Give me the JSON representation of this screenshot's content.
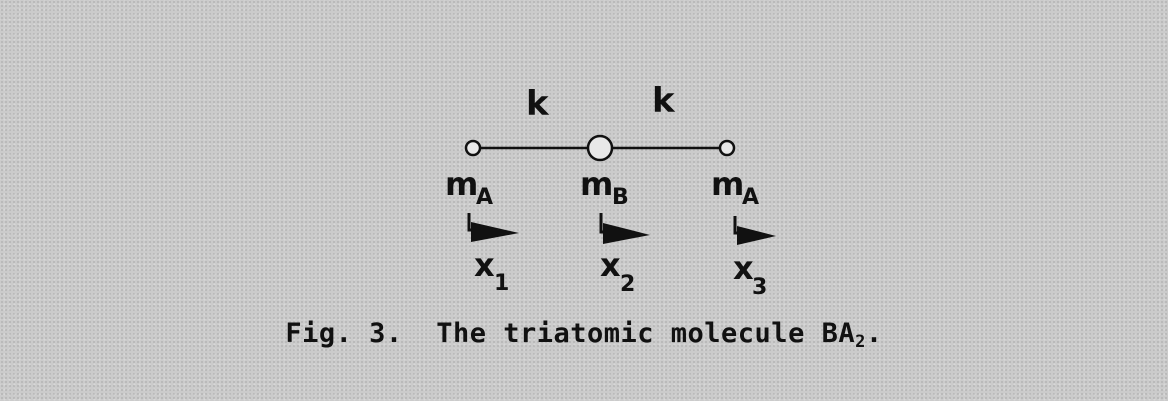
{
  "diagram": {
    "spring_labels": [
      "k",
      "k"
    ],
    "masses": [
      {
        "symbol": "m",
        "subscript": "A"
      },
      {
        "symbol": "m",
        "subscript": "B"
      },
      {
        "symbol": "m",
        "subscript": "A"
      }
    ],
    "displacements": [
      {
        "symbol": "x",
        "subscript": "1"
      },
      {
        "symbol": "x",
        "subscript": "2"
      },
      {
        "symbol": "x",
        "subscript": "3"
      }
    ]
  },
  "caption": {
    "prefix": "Fig. 3.",
    "text": "The triatomic molecule BA",
    "subscript": "2",
    "suffix": "."
  }
}
